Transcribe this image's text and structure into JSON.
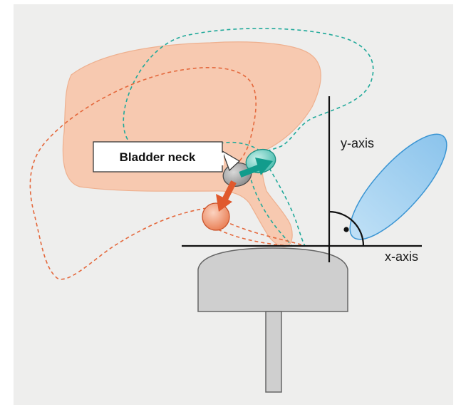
{
  "labels": {
    "bladder_neck": "Bladder neck",
    "y_axis": "y-axis",
    "x_axis": "x-axis"
  },
  "colors": {
    "background_panel": "#eeeeed",
    "bladder_fill": "#f7c9b0",
    "bladder_edge": "#eeb08f",
    "teal": "#20a99a",
    "teal_fill": "#7fd3c8",
    "orange": "#e4683c",
    "orange_fill": "#f2a482",
    "probe_fill": "#cfcfcf",
    "probe_edge": "#666666",
    "ellipse_fill": "#a6d0ef",
    "ellipse_edge": "#3b95d3"
  }
}
